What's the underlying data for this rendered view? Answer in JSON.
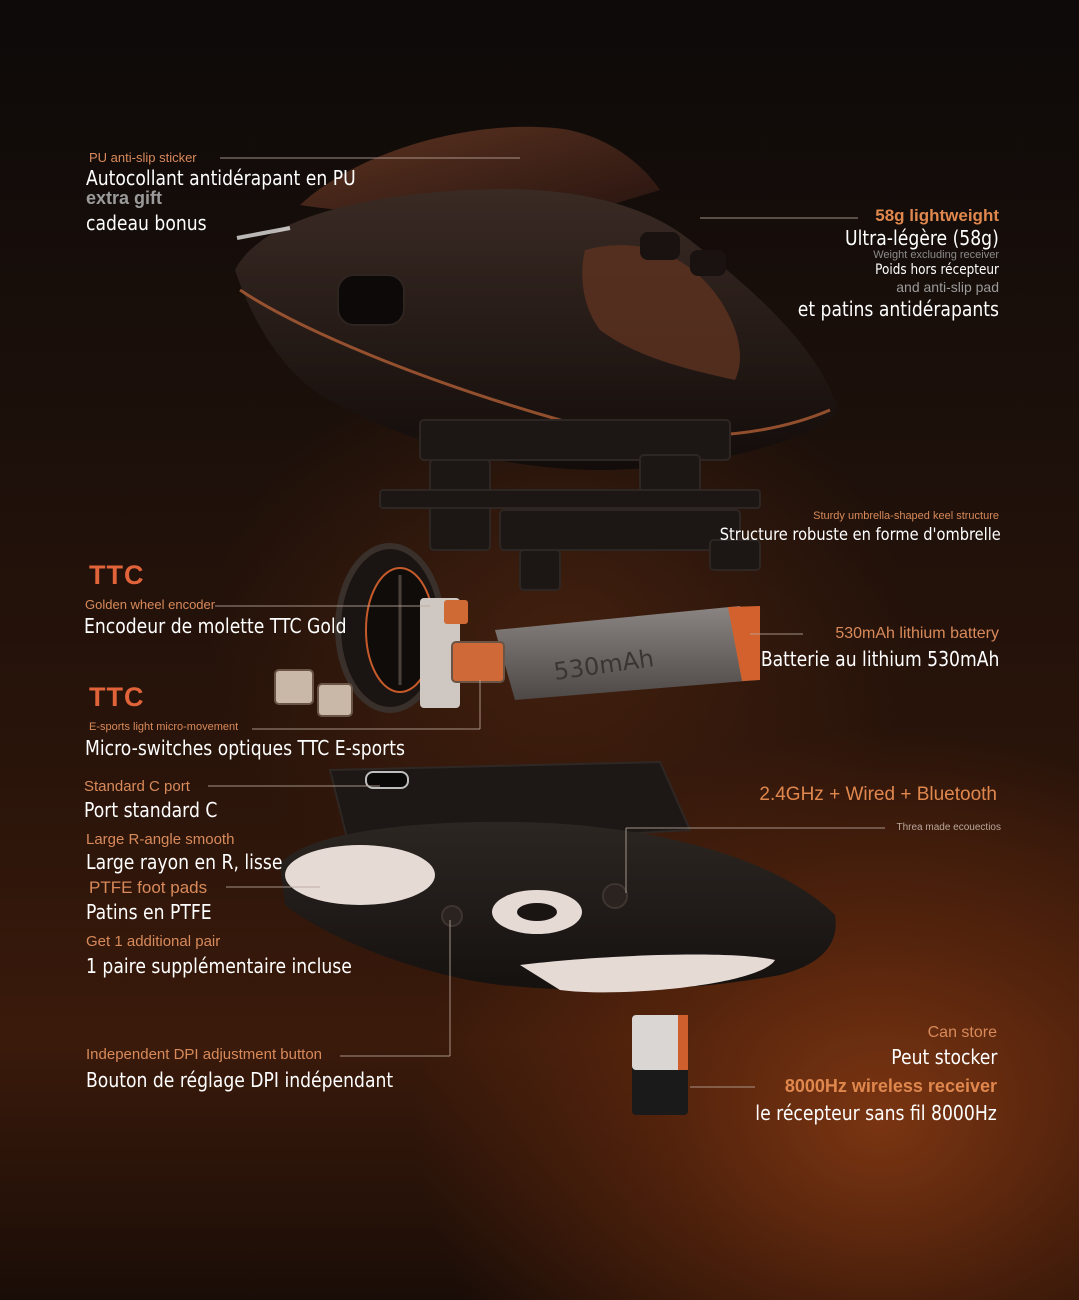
{
  "colors": {
    "accent_orange": "#e0874e",
    "brand_ttc": "#e0633a",
    "background_dark": "#120b08",
    "text_white": "#ffffff"
  },
  "labels": {
    "ttc_brand": "TTC",
    "pu_sticker": {
      "en": "PU anti-slip sticker",
      "fr": "Autocollant antidérapant en PU",
      "gift_en": "extra gift",
      "gift_fr": "cadeau bonus"
    },
    "weight": {
      "en": "58g lightweight",
      "fr": "Ultra-légère (58g)",
      "note_en_1": "Weight excluding receiver",
      "note_fr_1": "Poids hors récepteur",
      "note_en_2": "and anti-slip pad",
      "note_fr_2": "et patins antidérapants"
    },
    "keel": {
      "en": "Sturdy umbrella-shaped keel structure",
      "fr": "Structure robuste en forme d'ombrelle"
    },
    "wheel_encoder": {
      "en": "Golden wheel encoder",
      "fr": "Encodeur de molette TTC Gold"
    },
    "battery": {
      "en": "530mAh lithium battery",
      "fr": "Batterie au lithium 530mAh"
    },
    "micro_switch": {
      "en": "E-sports light micro-movement",
      "fr": "Micro-switches optiques TTC E-sports"
    },
    "c_port": {
      "en": "Standard C port",
      "fr": "Port standard C"
    },
    "connectivity": {
      "en": "2.4GHz + Wired + Bluetooth",
      "note": "Threa made ecouectios"
    },
    "r_angle": {
      "en": "Large R-angle smooth",
      "fr": "Large rayon en R, lisse"
    },
    "ptfe": {
      "en": "PTFE foot pads",
      "fr": "Patins en PTFE"
    },
    "extra_pair": {
      "en": "Get 1 additional pair",
      "fr": "1 paire supplémentaire incluse"
    },
    "dpi_button": {
      "en": "Independent DPI adjustment button",
      "fr": "Bouton de réglage DPI indépendant"
    },
    "receiver": {
      "store_en": "Can store",
      "store_fr": "Peut stocker",
      "en": "8000Hz wireless receiver",
      "fr": "le récepteur sans fil 8000Hz"
    }
  }
}
